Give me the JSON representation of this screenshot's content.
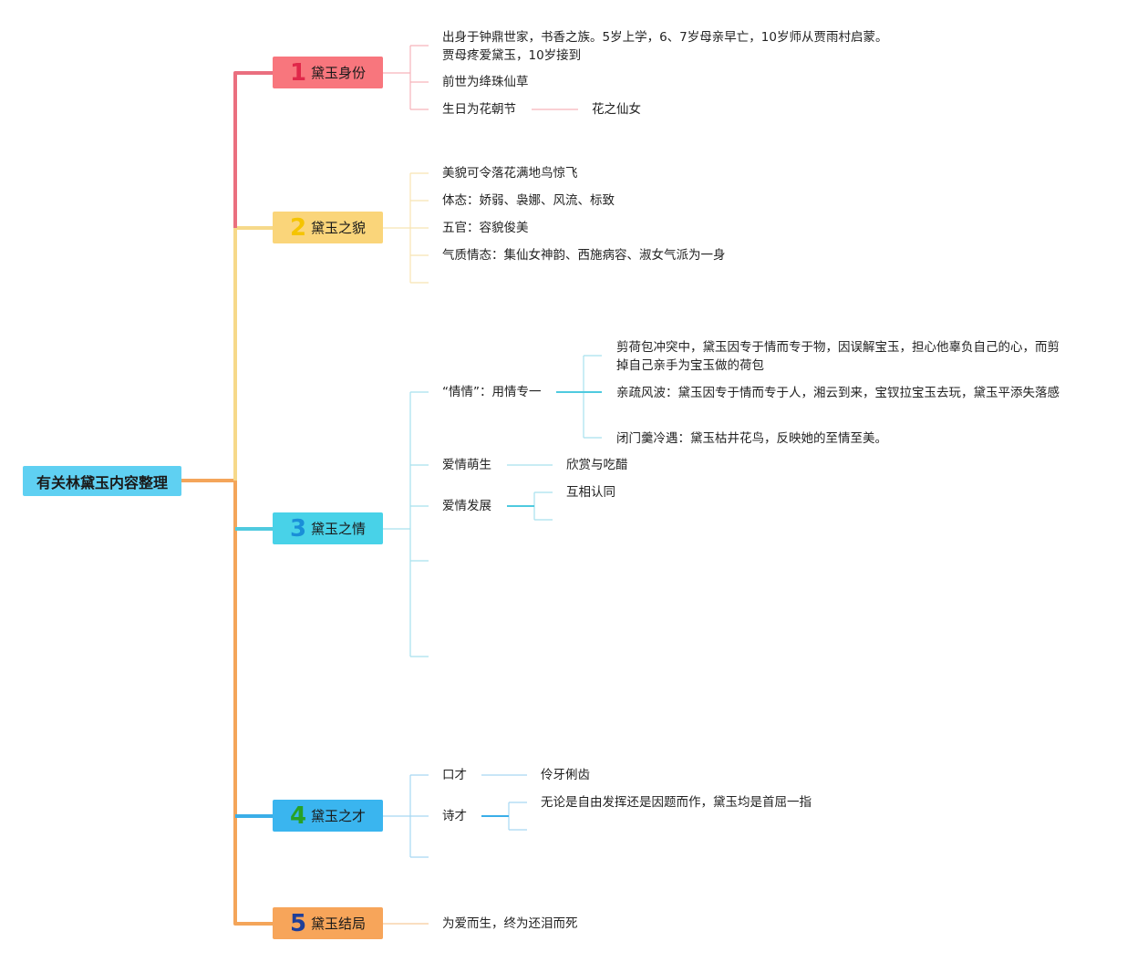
{
  "root": {
    "label": "有关林黛玉内容整理",
    "color": "#5fd0f2"
  },
  "branches": [
    {
      "num": "1",
      "label": "黛玉身份",
      "color": "#f8767d",
      "num_color": "#e0284a",
      "items": {
        "a": "出身于钟鼎世家，书香之族。5岁上学，6、7岁母亲早亡，10岁师从贾雨村启蒙。",
        "b": "贾母疼爱黛玉，10岁接到",
        "c": "前世为绛珠仙草",
        "d": "生日为花朝节",
        "d1": "花之仙女"
      }
    },
    {
      "num": "2",
      "label": "黛玉之貌",
      "color": "#fad57a",
      "num_color": "#f5c400",
      "items": {
        "a": "美貌可令落花满地鸟惊飞",
        "b": "体态：娇弱、袅娜、风流、标致",
        "c": "五官：容貌俊美",
        "d": "气质情态：集仙女神韵、西施病容、淑女气派为一身"
      }
    },
    {
      "num": "3",
      "label": "黛玉之情",
      "color": "#48d2e8",
      "num_color": "#1a8fd8",
      "items": {
        "a": "“情情”：用情专一",
        "a1": "剪荷包冲突中，黛玉因专于情而专于物，因误解宝玉，担心他辜负自己的心，而剪掉自己亲手为宝玉做的荷包",
        "a2": "亲疏风波：黛玉因专于情而专于人，湘云到来，宝钗拉宝玉去玩，黛玉平添失落感",
        "a3": "闭门羹冷遇：黛玉枯井花鸟，反映她的至情至美。",
        "b": "爱情萌生",
        "b1": "欣赏与吃醋",
        "c": "爱情发展",
        "c1": "互相认同"
      }
    },
    {
      "num": "4",
      "label": "黛玉之才",
      "color": "#3ab5ef",
      "num_color": "#27a127",
      "items": {
        "a": "口才",
        "a1": "伶牙俐齿",
        "b": "诗才",
        "b1": "无论是自由发挥还是因题而作，黛玉均是首屈一指"
      }
    },
    {
      "num": "5",
      "label": "黛玉结局",
      "color": "#f7a55a",
      "num_color": "#1f3f99",
      "items": {
        "a": "为爱而生，终为还泪而死"
      }
    }
  ],
  "colors": {
    "branch1_line": "#ea6f7f",
    "branch1_light": "#f6b3bb",
    "branch2_line": "#f6d98a",
    "branch2_light": "#f8e4b2",
    "branch3_line": "#4fcadf",
    "branch3_light": "#a7e1ee",
    "branch4_line": "#3aaee8",
    "branch4_light": "#a6d8f2",
    "branch5_line": "#f4a55a",
    "branch5_light": "#f7c99a"
  }
}
